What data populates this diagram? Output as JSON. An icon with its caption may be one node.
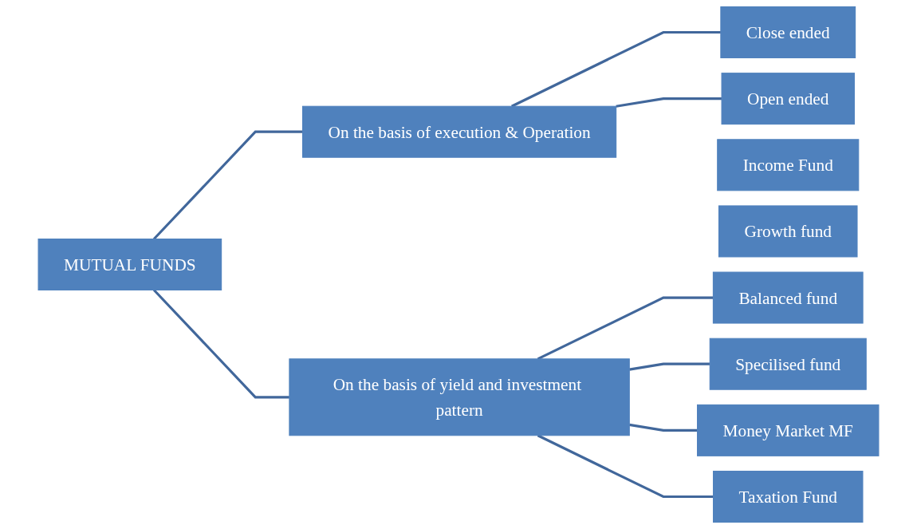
{
  "diagram": {
    "nodes": [
      {
        "text": [
          "MUTUAL FUNDS"
        ]
      },
      {
        "text": [
          "On the basis of execution & Operation"
        ]
      },
      {
        "text": [
          "Close ended"
        ]
      },
      {
        "text": [
          "Open ended"
        ]
      },
      {
        "text": [
          "Income Fund"
        ]
      },
      {
        "text": [
          "Growth fund"
        ]
      },
      {
        "text": [
          "On the basis of yield and investment pattern"
        ]
      },
      {
        "text": [
          "Balanced fund"
        ]
      },
      {
        "text": [
          "Specilised fund"
        ]
      },
      {
        "text": [
          "Money Market MF"
        ]
      },
      {
        "text": [
          "Taxation Fund"
        ]
      }
    ],
    "edges": [
      {
        "from": 0,
        "to": 1,
        "arrow": "none"
      },
      {
        "from": 0,
        "to": 6,
        "arrow": "none"
      },
      {
        "from": 1,
        "to": 2,
        "arrow": "none"
      },
      {
        "from": 1,
        "to": 3,
        "arrow": "none"
      },
      {
        "from": 6,
        "to": 7,
        "arrow": "none"
      },
      {
        "from": 6,
        "to": 8,
        "arrow": "none"
      },
      {
        "from": 6,
        "to": 9,
        "arrow": "none"
      },
      {
        "from": 6,
        "to": 10,
        "arrow": "none"
      }
    ]
  }
}
